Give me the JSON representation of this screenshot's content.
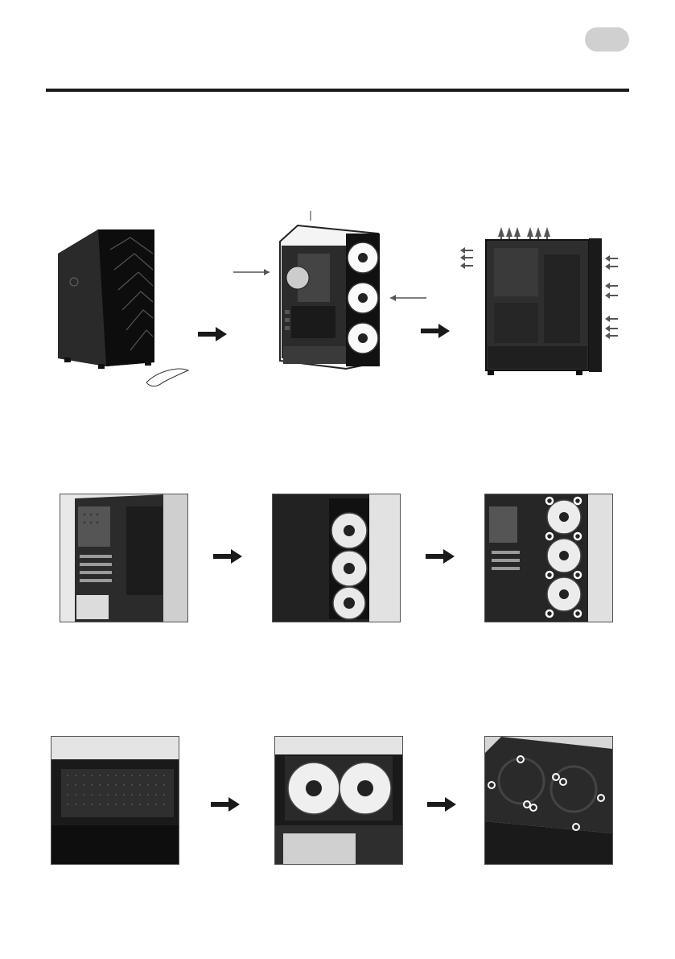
{
  "page": {
    "badge_color": "#d0d0d0",
    "rule_color": "#1a1a1a"
  },
  "step1": {
    "illustrations": [
      {
        "icon": "pc-case-closed-icon"
      },
      {
        "icon": "pc-case-open-front-fans-icon"
      },
      {
        "icon": "pc-case-airflow-icon"
      }
    ]
  },
  "step2": {
    "photos": [
      {
        "icon": "case-interior-photo"
      },
      {
        "icon": "front-fans-photo"
      },
      {
        "icon": "front-fan-screws-photo"
      }
    ]
  },
  "step3": {
    "photos": [
      {
        "icon": "top-mesh-panel-photo"
      },
      {
        "icon": "top-fans-photo"
      },
      {
        "icon": "top-fan-screws-photo"
      }
    ]
  }
}
